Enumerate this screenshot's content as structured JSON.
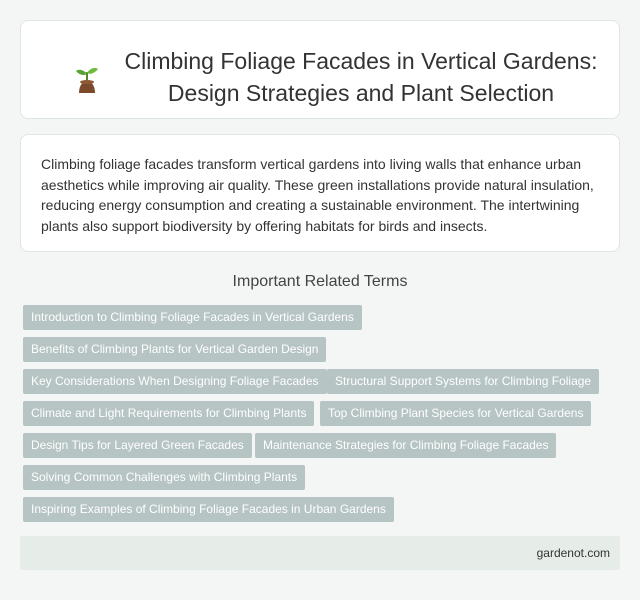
{
  "header": {
    "icon": "sprout-icon",
    "title": "Climbing Foliage Facades in Vertical Gardens: Design Strategies and Plant Selection"
  },
  "intro": {
    "text": "Climbing foliage facades transform vertical gardens into living walls that enhance urban aesthetics while improving air quality. These green installations provide natural insulation, reducing energy consumption and creating a sustainable environment. The intertwining plants also support biodiversity by offering habitats for birds and insects."
  },
  "related": {
    "heading": "Important Related Terms",
    "tag_color": "#b6c4c4",
    "tags": [
      "Introduction to Climbing Foliage Facades in Vertical Gardens",
      "Benefits of Climbing Plants for Vertical Garden Design",
      "Key Considerations When Designing Foliage Facades",
      "Structural Support Systems for Climbing Foliage",
      "Climate and Light Requirements for Climbing Plants",
      "Top Climbing Plant Species for Vertical Gardens",
      "Design Tips for Layered Green Facades",
      "Maintenance Strategies for Climbing Foliage Facades",
      "Solving Common Challenges with Climbing Plants",
      "Inspiring Examples of Climbing Foliage Facades in Urban Gardens"
    ]
  },
  "footer": {
    "site": "gardenot.com"
  }
}
